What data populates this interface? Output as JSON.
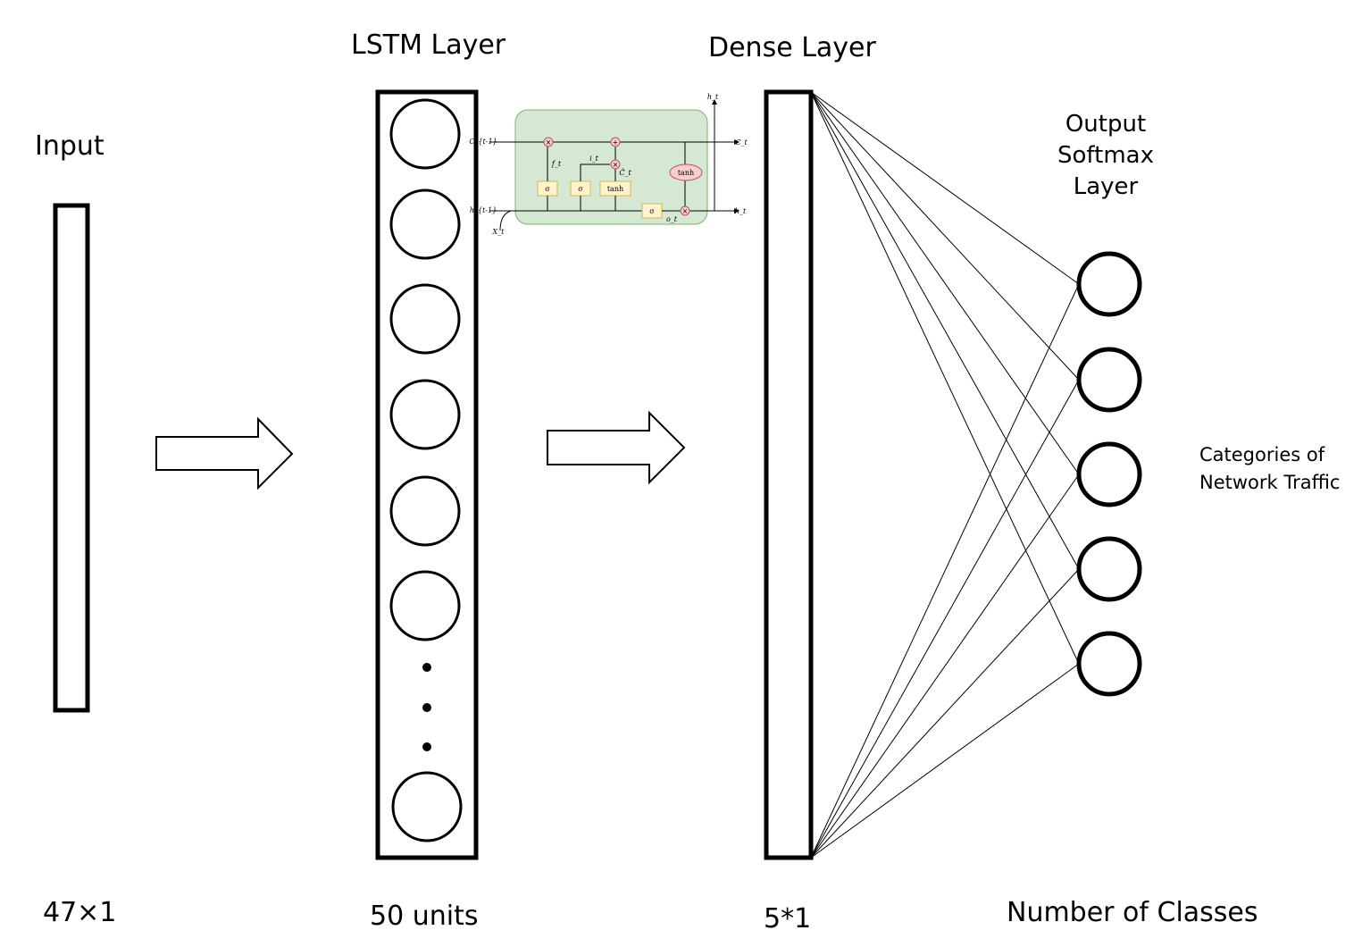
{
  "labels": {
    "input_title": "Input",
    "lstm_title": "LSTM Layer",
    "dense_title": "Dense Layer",
    "output_title_line1": "Output",
    "output_title_line2": "Softmax",
    "output_title_line3": "Layer",
    "categories_line1": "Categories of",
    "categories_line2": "Network Traffic",
    "input_dim": "47×1",
    "lstm_units": "50 units",
    "dense_dim": "5*1",
    "classes": "Number of Classes"
  },
  "lstm_cell": {
    "inputs": [
      "C_{t-1}",
      "h_{t-1}",
      "X_t"
    ],
    "outputs": [
      "C_t",
      "h_t",
      "h_t"
    ],
    "gate_labels": [
      "σ",
      "σ",
      "tanh",
      "σ",
      "tanh"
    ],
    "gate_symbols": [
      "f_t",
      "i_t",
      "C̃_t",
      "o_t"
    ],
    "ops": [
      "×",
      "+",
      "×",
      "×"
    ]
  },
  "structure": {
    "lstm_visible_units": 7,
    "output_units": 5
  },
  "colors": {
    "stroke": "#000000",
    "cell_bg": "#d5e8d4",
    "cell_border": "#82b366",
    "gate_fill": "#fff2cc",
    "gate_border": "#d6b656",
    "op_fill": "#f8cecc",
    "op_border": "#b85450"
  }
}
